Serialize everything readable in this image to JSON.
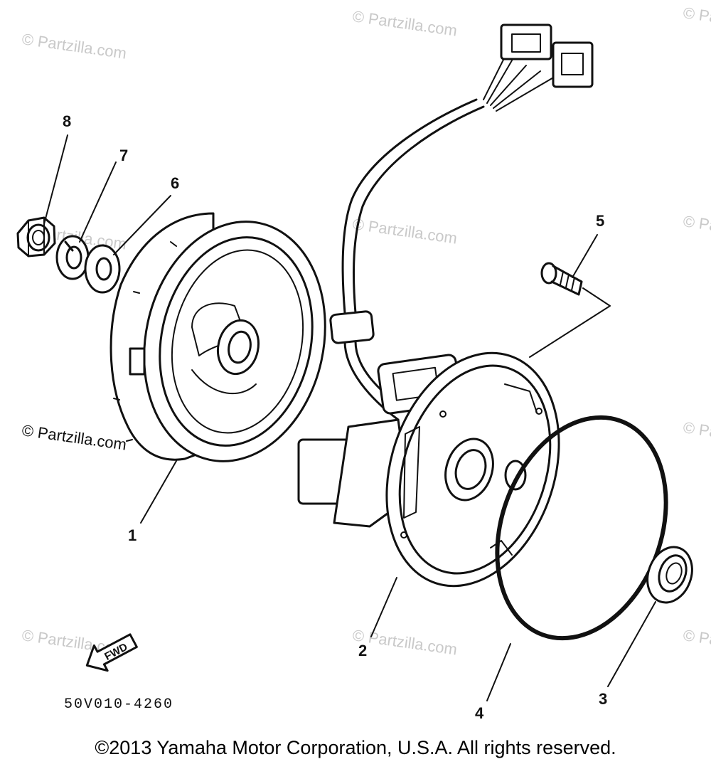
{
  "watermark": {
    "text": "© Partzilla.com"
  },
  "callouts": {
    "part_1": "1",
    "part_2": "2",
    "part_3": "3",
    "part_4": "4",
    "part_5": "5",
    "part_6": "6",
    "part_7": "7",
    "part_8": "8"
  },
  "fwd_arrow": {
    "label": "FWD"
  },
  "diagram_code": "50V010-4260",
  "copyright": "©2013 Yamaha Motor Corporation, U.S.A. All rights reserved."
}
